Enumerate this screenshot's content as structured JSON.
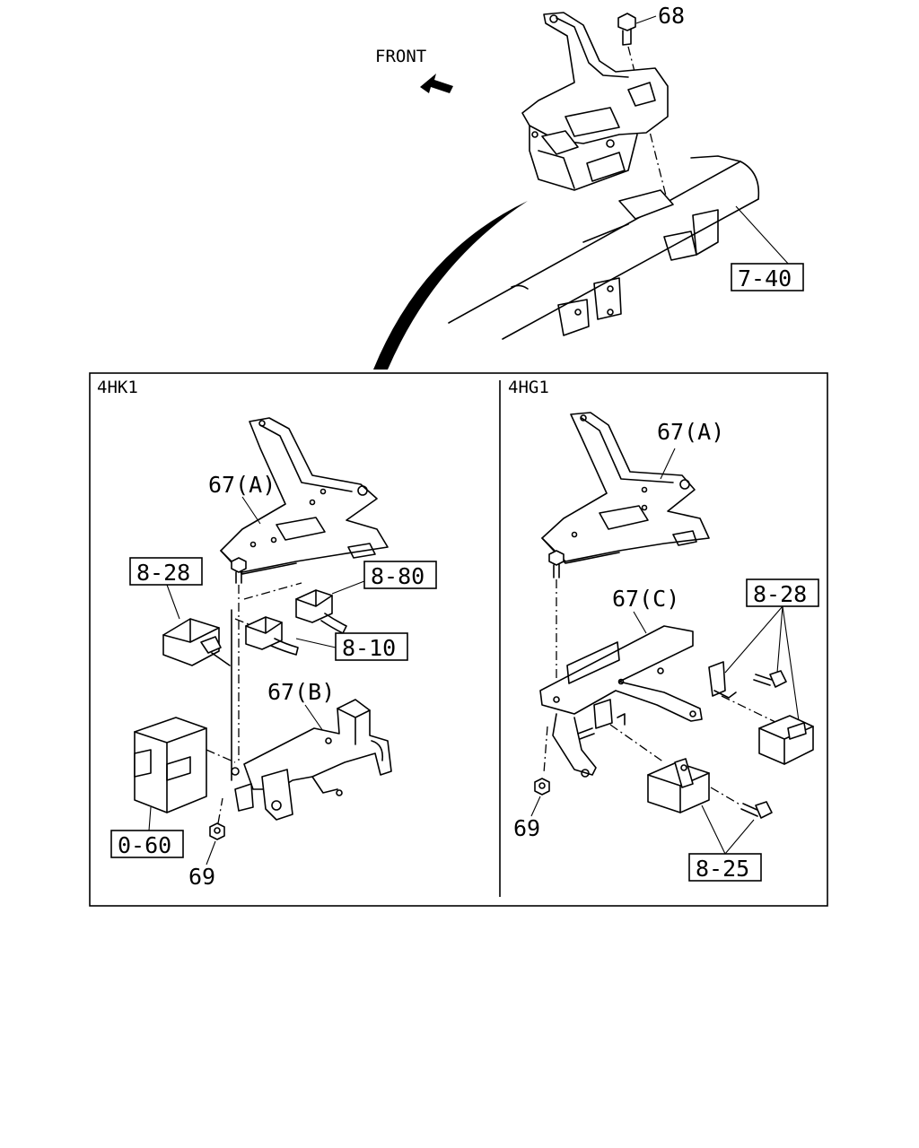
{
  "labels": {
    "front": "FRONT",
    "part_68": "68",
    "ref_7_40": "7-40",
    "variant_left": "4HK1",
    "variant_right": "4HG1",
    "left": {
      "part_67a": "67(A)",
      "part_67b": "67(B)",
      "ref_8_28": "8-28",
      "ref_8_80": "8-80",
      "ref_8_10": "8-10",
      "ref_0_60": "0-60",
      "part_69": "69"
    },
    "right": {
      "part_67a": "67(A)",
      "part_67c": "67(C)",
      "ref_8_28": "8-28",
      "ref_8_25": "8-25",
      "part_69": "69"
    }
  }
}
